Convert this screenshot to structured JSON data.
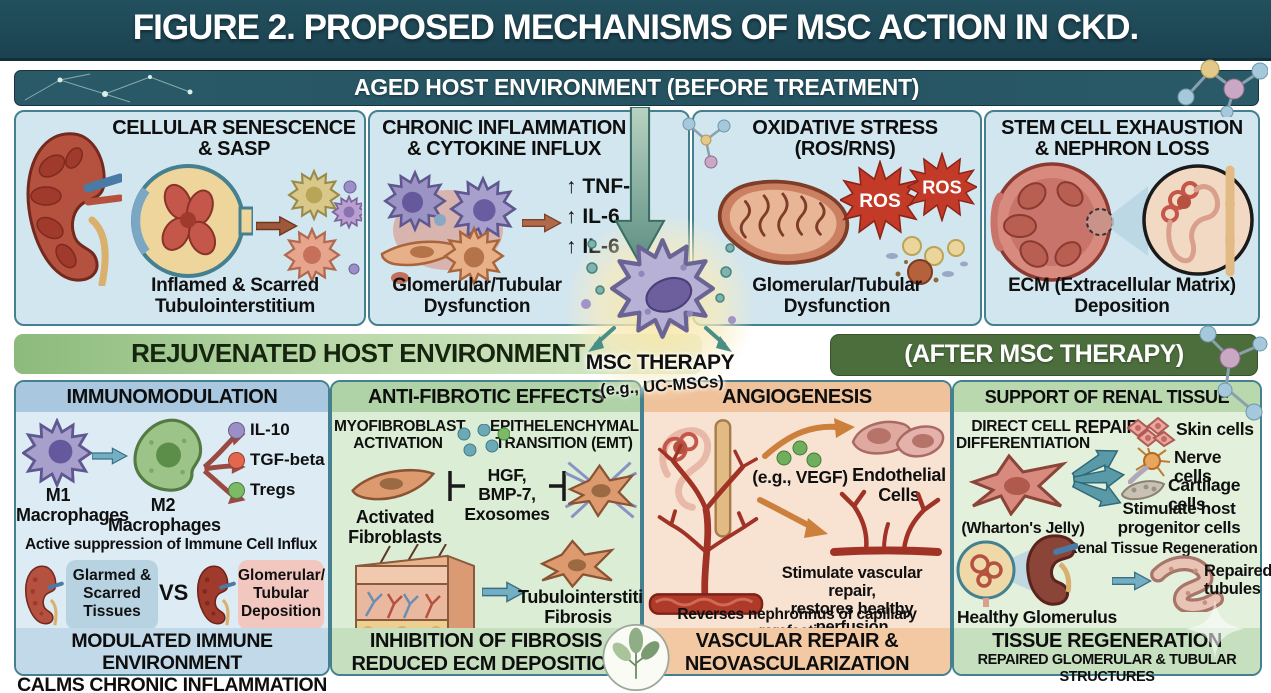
{
  "title": "FIGURE 2. PROPOSED MECHANISMS OF MSC ACTION IN CKD.",
  "aged_banner": "AGED HOST ENVIRONMENT (BEFORE TREATMENT)",
  "colors": {
    "title_bar_bg": "#1d4754",
    "banner_bg": "#265663",
    "panel_border": "#44808f",
    "top_panel_bg": "#d2e6ef",
    "mid_left_band": "#a8cc96",
    "mid_right_band": "#4c6e3d",
    "immuno_header_bg": "#a9c8e0",
    "immuno_footer_bg": "#c2d9e9",
    "fibrotic_header_bg": "#afd2a6",
    "fibrotic_footer_bg": "#c6e0bf",
    "angio_header_bg": "#efc29b",
    "angio_footer_bg": "#f3c9a3",
    "repair_header_bg": "#b9d8ae",
    "ros_star_red": "#c43a28",
    "vs_left_box": "#b7d3e2",
    "vs_right_box": "#f2c7c0"
  },
  "top_panels": {
    "senescence": {
      "title": "CELLULAR SENESCENCE\n& SASP",
      "caption": "Inflamed & Scarred\nTubulointerstitium"
    },
    "inflammation": {
      "title": "CHRONIC INFLAMMATION\n& CYTOKINE INFLUX",
      "cytokines": [
        "↑ TNF-α",
        "↑ IL-6",
        "↑ IL-6"
      ],
      "caption": "Glomerular/Tubular\nDysfunction"
    },
    "oxidative": {
      "title": "OXIDATIVE STRESS\n(ROS/RNS)",
      "ros_label": "ROS",
      "caption": "Glomerular/Tubular\nDysfunction"
    },
    "exhaustion": {
      "title": "STEM CELL EXHAUSTION\n& NEPHRON LOSS",
      "caption": "ECM (Extracellular Matrix)\nDeposition"
    }
  },
  "middle": {
    "rejuvenated_label": "REJUVENATED HOST ENVIRONMENT",
    "msc_therapy_label": "MSC THERAPY",
    "msc_therapy_sub": "(e.g., UC-MSCs)",
    "after_label": "(AFTER MSC THERAPY)"
  },
  "immunomodulation": {
    "header": "IMMUNOMODULATION",
    "m1_label": "M1\nMacrophages",
    "m2_label": "M2\nMacrophages",
    "factors": [
      {
        "label": "IL-10",
        "color": "#9c8fc8"
      },
      {
        "label": "TGF-beta",
        "color": "#e2674d"
      },
      {
        "label": "Tregs",
        "color": "#7bbb66"
      }
    ],
    "suppression": "Active suppression of Immune Cell Influx",
    "vs_left": "Glarmed &\nScarred\nTissues",
    "vs": "VS",
    "vs_right": "Glomerular/\nTubular\nDeposition",
    "footer": "MODULATED IMMUNE ENVIRONMENT\nCALMS CHRONIC INFLAMMATION"
  },
  "antifibrotic": {
    "header": "ANTI-FIBROTIC EFFECTS",
    "sub_left": "MYOFIBROBLAST\nACTIVATION",
    "sub_right": "EPITHELENCHYMAL\nTRANSITION (EMT)",
    "mediators": "HGF,\nBMP-7,\nExosomes",
    "activated_label": "Activated\nFibroblasts",
    "fibrosis_label": "Tubulointerstitial\nFibrosis",
    "footer": "INHIBITION OF FIBROSIS\nREDUCED ECM DEPOSITION"
  },
  "angiogenesis": {
    "header": "ANGIOGENESIS",
    "vegf_label": "(e.g., VEGF)",
    "endothelial_label": "Endothelial\nCells",
    "stimulate_text": "Stimulate vascular repair,\nrestores healthy perfusion",
    "reverses_text": "Reverses nephronnus of capillary rarefaction",
    "footer": "VASCULAR REPAIR &\nNEOVASCULARIZATION"
  },
  "renal_repair": {
    "header": "SUPPORT OF RENAL TISSUE REPAIR",
    "sub": "DIRECT CELL\nDIFFERENTIATION",
    "wharton_label": "(Wharton's Jelly)",
    "cell_types": [
      "Skin cells",
      "Nerve cells",
      "Cartilage cells"
    ],
    "stimulate_text": "Stimulate host\nprogenitor cells",
    "regeneration_text": "Renal Tissue Regeneration",
    "healthy_label": "Healthy Glomerulus",
    "repaired_label": "Repaired\ntubules",
    "footer_line1": "TISSUE REGENERATION",
    "footer_line2": "REPAIRED GLOMERULAR & TUBULAR STRUCTURES"
  }
}
